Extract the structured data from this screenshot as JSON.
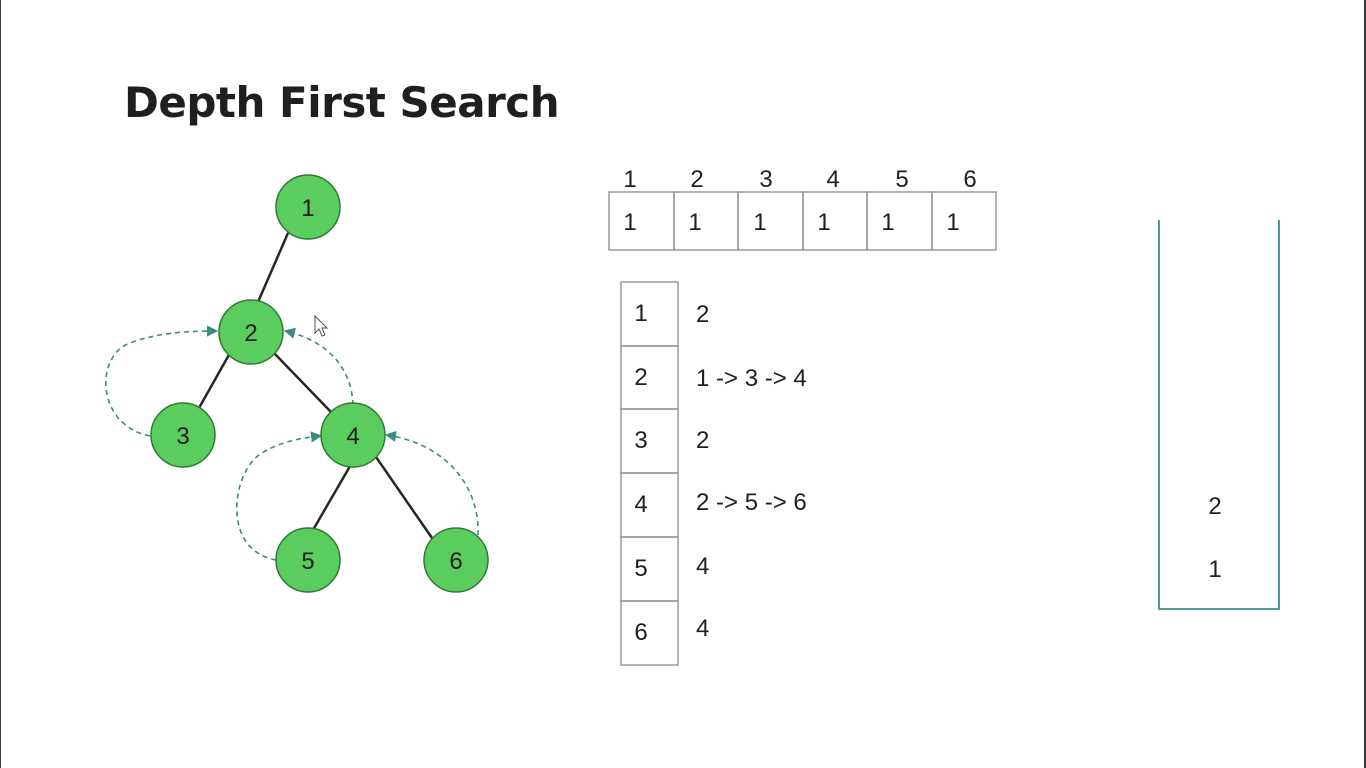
{
  "title": "Depth First Search",
  "tree": {
    "nodes": [
      {
        "id": "1",
        "label": "1"
      },
      {
        "id": "2",
        "label": "2"
      },
      {
        "id": "3",
        "label": "3"
      },
      {
        "id": "4",
        "label": "4"
      },
      {
        "id": "5",
        "label": "5"
      },
      {
        "id": "6",
        "label": "6"
      }
    ],
    "edges": [
      [
        "1",
        "2"
      ],
      [
        "2",
        "3"
      ],
      [
        "2",
        "4"
      ],
      [
        "4",
        "5"
      ],
      [
        "4",
        "6"
      ]
    ],
    "backtrack_arrows": [
      [
        "3",
        "2"
      ],
      [
        "4",
        "2"
      ],
      [
        "5",
        "4"
      ],
      [
        "6",
        "4"
      ]
    ],
    "node_fill": "#5bcd5e",
    "node_stroke": "#2f7a33",
    "arrow_color": "#3c8a80"
  },
  "visited": {
    "headers": [
      "1",
      "2",
      "3",
      "4",
      "5",
      "6"
    ],
    "values": [
      "1",
      "1",
      "1",
      "1",
      "1",
      "1"
    ]
  },
  "adjacency": [
    {
      "node": "1",
      "list": "2"
    },
    {
      "node": "2",
      "list": "1 -> 3 -> 4"
    },
    {
      "node": "3",
      "list": "2"
    },
    {
      "node": "4",
      "list": "2 -> 5 -> 6"
    },
    {
      "node": "5",
      "list": "4"
    },
    {
      "node": "6",
      "list": "4"
    }
  ],
  "stack": {
    "items": [
      "2",
      "1"
    ],
    "border_color": "#4e9a94"
  }
}
